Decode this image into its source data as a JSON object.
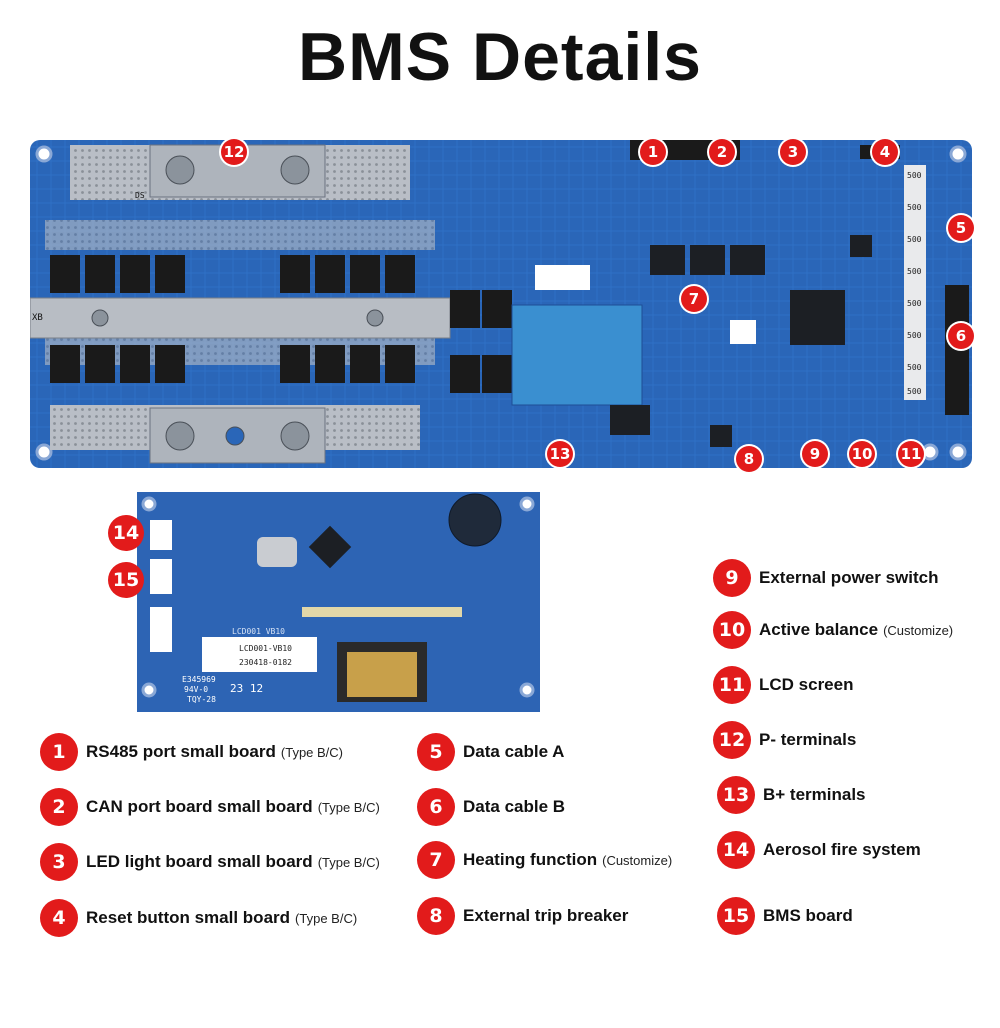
{
  "title": "BMS Details",
  "board_markings": {
    "qr_label_1": "LCD001-VB10",
    "qr_label_2": "230418-0182",
    "board_id": "LCD001 VB10",
    "cert_1": "E345969",
    "cert_2": "94V-0",
    "cert_3": "TQY-28",
    "date_code": "23 12",
    "resistor_code": "500",
    "chip_code": "XB",
    "diode_code": "DS"
  },
  "badges": {
    "b1": "1",
    "b2": "2",
    "b3": "3",
    "b4": "4",
    "b5": "5",
    "b6": "6",
    "b7": "7",
    "b8": "8",
    "b9": "9",
    "b10": "10",
    "b11": "11",
    "b12": "12",
    "b13": "13",
    "b14": "14",
    "b15": "15"
  },
  "legend": [
    {
      "num": "1",
      "label": "RS485 port small board",
      "note": "(Type B/C)"
    },
    {
      "num": "2",
      "label": "CAN port board small board",
      "note": "(Type B/C)"
    },
    {
      "num": "3",
      "label": "LED light board  small board",
      "note": "(Type B/C)"
    },
    {
      "num": "4",
      "label": "Reset button  small board",
      "note": "(Type B/C)"
    },
    {
      "num": "5",
      "label": "Data cable A",
      "note": ""
    },
    {
      "num": "6",
      "label": "Data cable B",
      "note": ""
    },
    {
      "num": "7",
      "label": "Heating function",
      "note": "(Customize)"
    },
    {
      "num": "8",
      "label": "External trip breaker",
      "note": ""
    },
    {
      "num": "9",
      "label": "External power switch",
      "note": ""
    },
    {
      "num": "10",
      "label": "Active balance",
      "note": "(Customize)"
    },
    {
      "num": "11",
      "label": "LCD screen",
      "note": ""
    },
    {
      "num": "12",
      "label": "P- terminals",
      "note": ""
    },
    {
      "num": "13",
      "label": "B+ terminals",
      "note": ""
    },
    {
      "num": "14",
      "label": "Aerosol fire system",
      "note": ""
    },
    {
      "num": "15",
      "label": "BMS board",
      "note": ""
    }
  ],
  "colors": {
    "pcb_blue": "#2a66b8",
    "pcb_dark": "#1d4e96",
    "badge_red": "#e21b1b",
    "silver": "#c9ccd1"
  }
}
